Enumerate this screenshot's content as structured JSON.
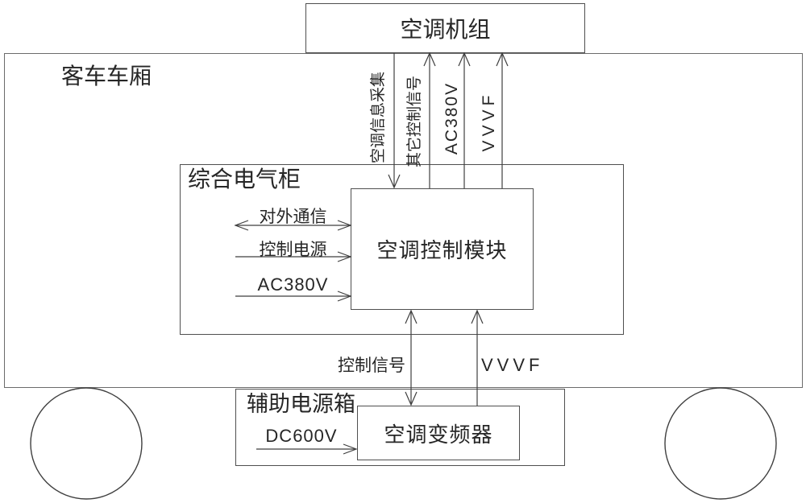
{
  "page": {
    "background": "#ffffff",
    "line_color": "#3f3f3f",
    "text_color": "#262626"
  },
  "boxes": {
    "ac_unit": "空调机组",
    "carriage": "客车车厢",
    "cabinet": "综合电气柜",
    "control_module": "空调控制模块",
    "aux_power_box": "辅助电源箱",
    "inverter": "空调变频器"
  },
  "links": {
    "unit_module": [
      {
        "label": "空调信息采集",
        "direction": "down"
      },
      {
        "label": "其它控制信号",
        "direction": "up"
      },
      {
        "label": "AC380V",
        "direction": "up"
      },
      {
        "label": "VVVF",
        "direction": "up"
      }
    ],
    "cabinet_module": [
      {
        "label": "对外通信",
        "direction": "both"
      },
      {
        "label": "控制电源",
        "direction": "right"
      },
      {
        "label": "AC380V",
        "direction": "right"
      }
    ],
    "module_inverter": [
      {
        "label": "控制信号",
        "direction": "both"
      },
      {
        "label": "VVVF",
        "direction": "up"
      }
    ],
    "aux_inverter": {
      "label": "DC600V",
      "direction": "right"
    }
  }
}
